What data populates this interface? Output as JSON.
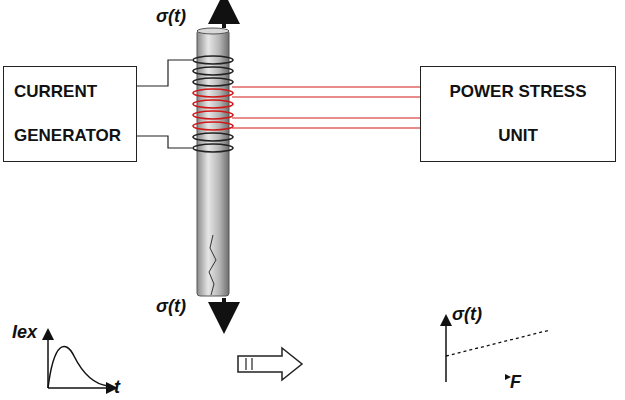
{
  "diagram": {
    "nodes": [
      {
        "text": [
          "CURRENT GENERATOR"
        ]
      },
      {
        "text": [
          "POWER STRESS UNIT"
        ]
      }
    ],
    "labels": [
      "σ(t)",
      "σ(t)",
      "Iex",
      "t",
      "σ(t)",
      "F"
    ]
  }
}
